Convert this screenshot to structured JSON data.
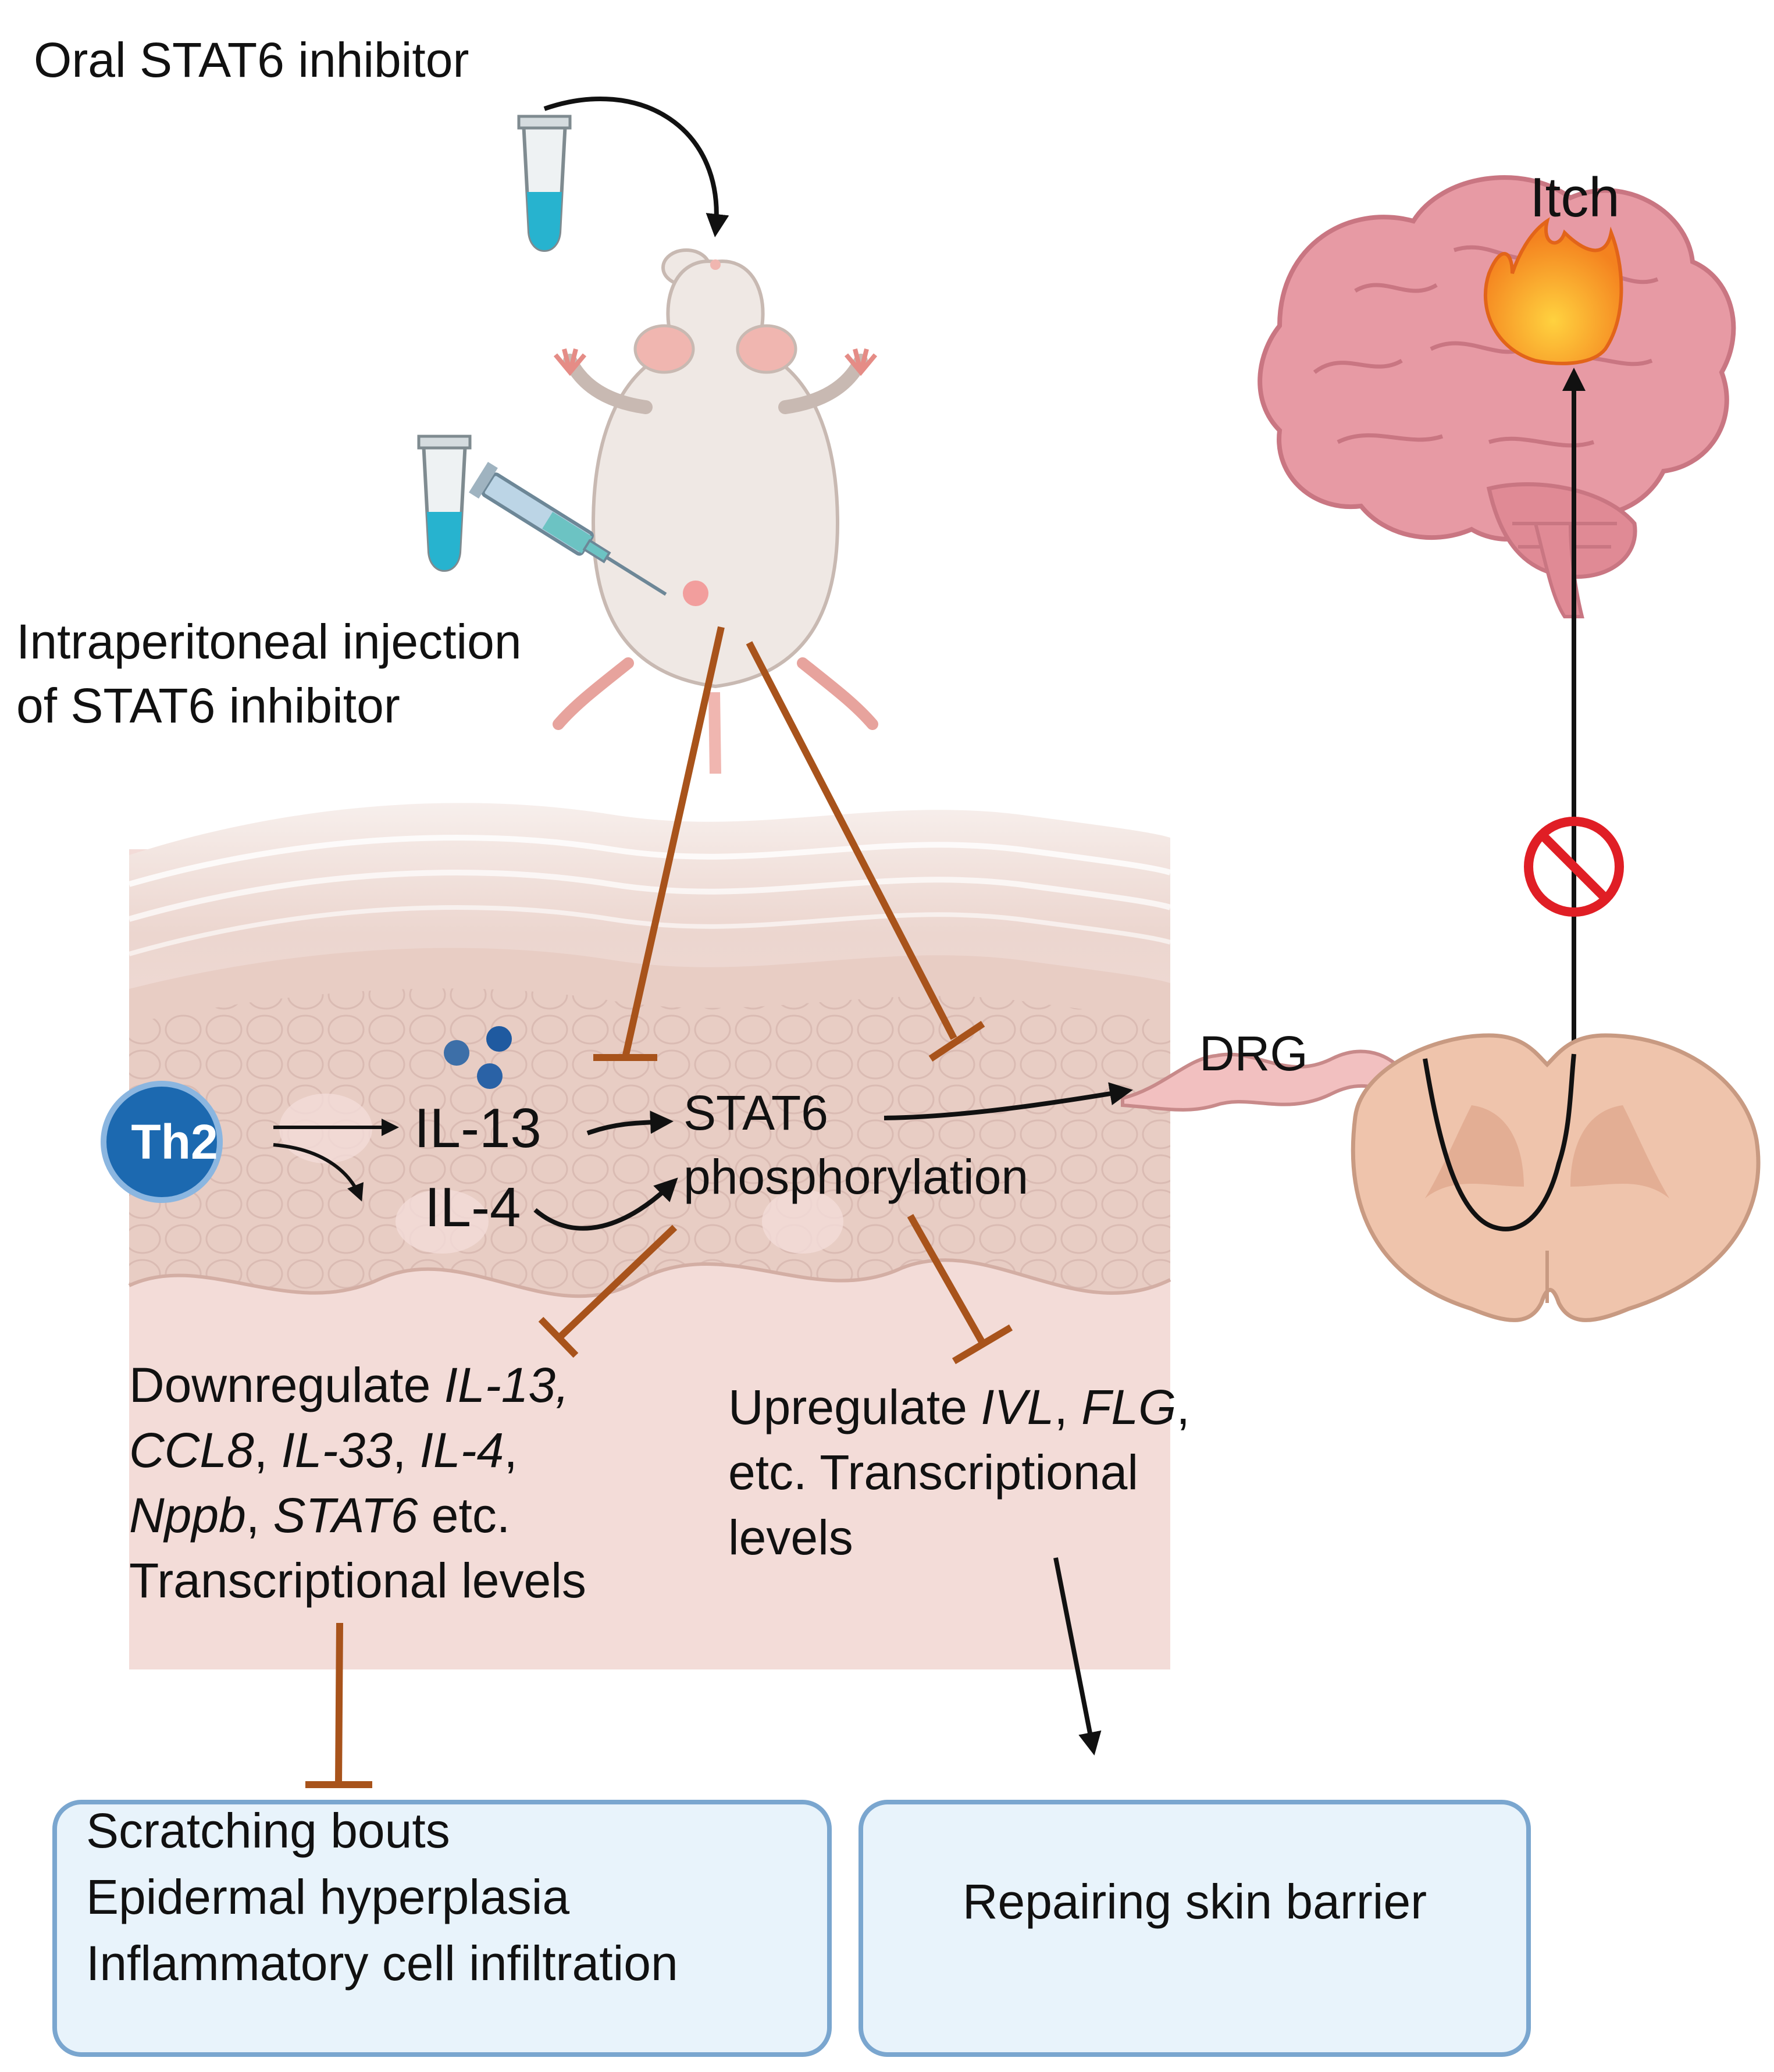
{
  "oral": {
    "label": "Oral STAT6 inhibitor"
  },
  "injection": {
    "line1": "Intraperitoneal injection",
    "line2": "of STAT6 inhibitor"
  },
  "th2": {
    "label": "Th2"
  },
  "cytokines": {
    "il13": "IL-13",
    "il4": "IL-4"
  },
  "stat6": {
    "line1": "STAT6",
    "line2": "phosphorylation"
  },
  "down": {
    "word": "Downregulate",
    "genes1": "IL-13,",
    "genes2a": "CCL8",
    "sep1": ",",
    "genes2b": "IL-33",
    "sep2": ",",
    "genes2c": "IL-4",
    "sep3": ",",
    "genes3a": "Nppb",
    "sep4": ",",
    "genes3b": "STAT6",
    "etc": "etc.",
    "line4": "Transcriptional levels"
  },
  "up": {
    "word": "Upregulate",
    "gene1": "IVL",
    "sep1": ",",
    "gene2": "FLG",
    "sep2": ",",
    "line2": "etc. Transcriptional",
    "line3": "levels"
  },
  "drg": {
    "label": "DRG"
  },
  "itch": {
    "label": "Itch"
  },
  "outcome_left": {
    "items": [
      "Scratching bouts",
      "Epidermal hyperplasia",
      "Inflammatory cell infiltration"
    ]
  },
  "outcome_right": {
    "label": "Repairing skin barrier"
  },
  "colors": {
    "inhibit": "#a8531b",
    "arrow": "#111111",
    "th2": "#1c69b0",
    "skin_base": "#f3dcd8",
    "box_fill": "#e8f3fb",
    "box_stroke": "#7aa6cf",
    "prohibit": "#e01e25",
    "brain": "#e79aa4",
    "spinal_cord": "#efc4ac",
    "flame": "#f4821f"
  },
  "icons": [
    "tube-icon",
    "syringe-icon",
    "mouse-icon",
    "brain-icon",
    "flame-icon",
    "spinal-cord-icon",
    "prohibit-icon"
  ]
}
